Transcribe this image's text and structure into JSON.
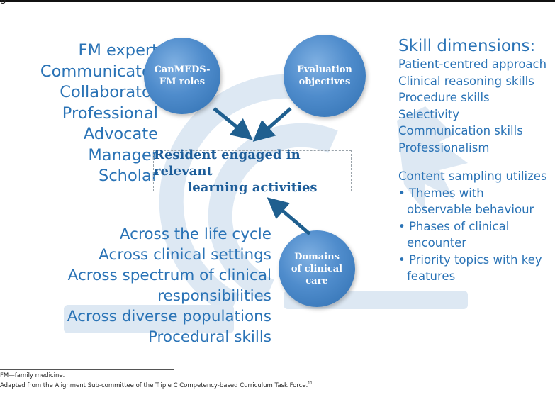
{
  "figure_label_fragment": "g",
  "left_roles": [
    "FM expert",
    "Communicator",
    "Collaborator",
    "Professional",
    "Advocate",
    "Manager",
    "Scholar"
  ],
  "circles": {
    "canmeds": [
      "CanMEDS-",
      "FM roles"
    ],
    "evaluation": [
      "Evaluation",
      "objectives"
    ],
    "domains": [
      "Domains",
      "of clinical",
      "care"
    ]
  },
  "center": [
    "Resident engaged in relevant",
    "learning activities"
  ],
  "skill_dimensions": {
    "heading": "Skill dimensions:",
    "items": [
      "Patient-centred approach",
      "Clinical reasoning skills",
      "Procedure skills",
      "Selectivity",
      "Communication skills",
      "Professionalism"
    ]
  },
  "content_sampling": {
    "heading": "Content sampling utilizes",
    "bullets": [
      "• Themes with observable behaviour",
      "• Phases of clinical encounter",
      "• Priority topics with key features"
    ]
  },
  "across_list": [
    "Across the life cycle",
    "Across clinical settings",
    "Across spectrum of clinical",
    "responsibilities",
    "Across diverse populations",
    "Procedural skills"
  ],
  "footer": {
    "abbreviation": "FM—family medicine.",
    "source": "Adapted from the Alignment Sub-committee of the Triple C Competency-based Curriculum Task Force.",
    "superscript": "11"
  },
  "colors": {
    "text_blue": "#2a73b6",
    "arrow": "#1f5f8f",
    "watermark": "#dde8f3"
  }
}
